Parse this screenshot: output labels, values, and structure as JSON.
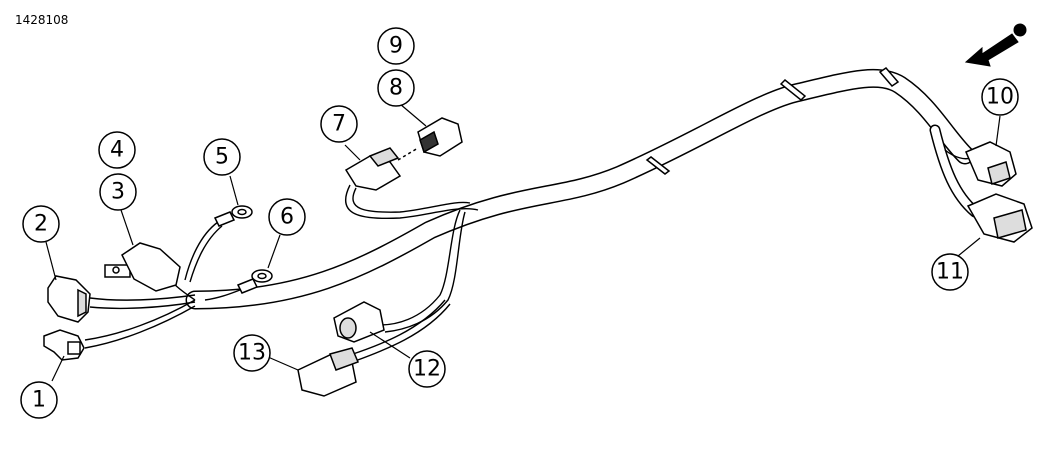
{
  "figure_id": "1428108",
  "callouts": [
    {
      "label": "1"
    },
    {
      "label": "2"
    },
    {
      "label": "3"
    },
    {
      "label": "4"
    },
    {
      "label": "5"
    },
    {
      "label": "6"
    },
    {
      "label": "7"
    },
    {
      "label": "8"
    },
    {
      "label": "9"
    },
    {
      "label": "10"
    },
    {
      "label": "11"
    },
    {
      "label": "12"
    },
    {
      "label": "13"
    }
  ],
  "icons": {
    "direction_arrow": "front-direction-arrow-icon"
  }
}
